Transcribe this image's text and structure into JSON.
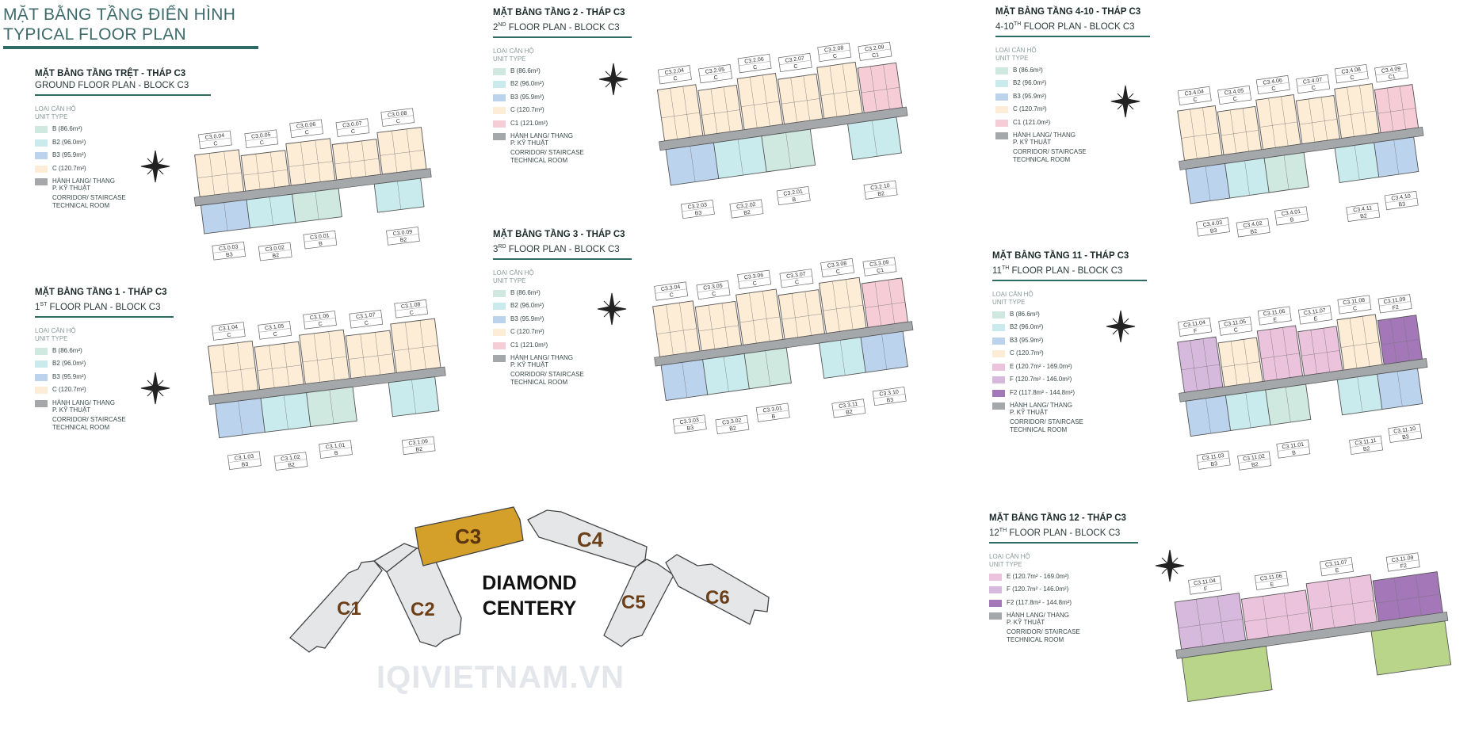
{
  "header": {
    "title_vi": "MẶT BẰNG TẦNG ĐIỂN HÌNH",
    "title_en": "TYPICAL FLOOR PLAN"
  },
  "colors": {
    "B": "#cfe9e0",
    "B2": "#c9ebee",
    "B3": "#bcd3ee",
    "C": "#fdecd6",
    "C1": "#f6cdd6",
    "E": "#ecc3dc",
    "F": "#d8b9de",
    "F2": "#a377b8",
    "corridor": "#a5a8ab",
    "accent": "#2e6b64",
    "highlight": "#d4a02a"
  },
  "legend_labels": {
    "vi": "LOẠI CĂN HỘ",
    "en": "UNIT TYPE",
    "corr_vi1": "HÀNH LANG/ THANG",
    "corr_vi2": "P. KỸ THUẬT",
    "corr_en1": "CORRIDOR/ STAIRCASE",
    "corr_en2": "TECHNICAL ROOM"
  },
  "sections": {
    "ground": {
      "vi": "MẶT BẰNG TẦNG TRỆT - THÁP C3",
      "en": "GROUND FLOOR PLAN - BLOCK C3",
      "legend": [
        {
          "k": "B",
          "label": "B (86.6m²)"
        },
        {
          "k": "B2",
          "label": "B2 (96.0m²)"
        },
        {
          "k": "B3",
          "label": "B3 (95.9m²)"
        },
        {
          "k": "C",
          "label": "C (120.7m²)"
        }
      ]
    },
    "f1": {
      "vi": "MẶT BẰNG TẦNG 1 - THÁP C3",
      "en_pre": "1",
      "en_sup": "ST",
      "en_post": " FLOOR PLAN - BLOCK C3",
      "legend": [
        {
          "k": "B",
          "label": "B (86.6m²)"
        },
        {
          "k": "B2",
          "label": "B2 (96.0m²)"
        },
        {
          "k": "B3",
          "label": "B3 (95.9m²)"
        },
        {
          "k": "C",
          "label": "C (120.7m²)"
        }
      ]
    },
    "f2": {
      "vi": "MẶT BẰNG TẦNG 2 - THÁP C3",
      "en_pre": "2",
      "en_sup": "ND",
      "en_post": " FLOOR PLAN - BLOCK C3",
      "legend": [
        {
          "k": "B",
          "label": "B (86.6m²)"
        },
        {
          "k": "B2",
          "label": "B2 (96.0m²)"
        },
        {
          "k": "B3",
          "label": "B3 (95.9m²)"
        },
        {
          "k": "C",
          "label": "C (120.7m²)"
        },
        {
          "k": "C1",
          "label": "C1 (121.0m²)"
        }
      ]
    },
    "f3": {
      "vi": "MẶT BẰNG TẦNG 3 - THÁP C3",
      "en_pre": "3",
      "en_sup": "RD",
      "en_post": " FLOOR PLAN - BLOCK C3",
      "legend": [
        {
          "k": "B",
          "label": "B (86.6m²)"
        },
        {
          "k": "B2",
          "label": "B2 (96.0m²)"
        },
        {
          "k": "B3",
          "label": "B3 (95.9m²)"
        },
        {
          "k": "C",
          "label": "C (120.7m²)"
        },
        {
          "k": "C1",
          "label": "C1 (121.0m²)"
        }
      ]
    },
    "f410": {
      "vi": "MẶT BẰNG TẦNG 4-10 - THÁP C3",
      "en_pre": "4-10",
      "en_sup": "TH",
      "en_post": " FLOOR PLAN - BLOCK C3",
      "legend": [
        {
          "k": "B",
          "label": "B (86.6m²)"
        },
        {
          "k": "B2",
          "label": "B2 (96.0m²)"
        },
        {
          "k": "B3",
          "label": "B3 (95.9m²)"
        },
        {
          "k": "C",
          "label": "C (120.7m²)"
        },
        {
          "k": "C1",
          "label": "C1 (121.0m²)"
        }
      ]
    },
    "f11": {
      "vi": "MẶT BẰNG TẦNG 11 - THÁP C3",
      "en_pre": "11",
      "en_sup": "TH",
      "en_post": " FLOOR PLAN - BLOCK C3",
      "legend": [
        {
          "k": "B",
          "label": "B (86.6m²)"
        },
        {
          "k": "B2",
          "label": "B2 (96.0m²)"
        },
        {
          "k": "B3",
          "label": "B3 (95.9m²)"
        },
        {
          "k": "C",
          "label": "C (120.7m²)"
        },
        {
          "k": "E",
          "label": "E (120.7m² - 169.0m²)"
        },
        {
          "k": "F",
          "label": "F (120.7m² - 146.0m²)"
        },
        {
          "k": "F2",
          "label": "F2 (117.8m² - 144.8m²)"
        }
      ]
    },
    "f12": {
      "vi": "MẶT BẰNG TẦNG 12 - THÁP C3",
      "en_pre": "12",
      "en_sup": "TH",
      "en_post": " FLOOR PLAN - BLOCK C3",
      "legend": [
        {
          "k": "E",
          "label": "E (120.7m² - 169.0m²)"
        },
        {
          "k": "F",
          "label": "F (120.7m² - 146.0m²)"
        },
        {
          "k": "F2",
          "label": "F2 (117.8m² - 144.8m²)"
        }
      ]
    }
  },
  "plans": {
    "ground": {
      "top": [
        [
          "C3.0.04",
          "C"
        ],
        [
          "C3.0.05",
          "C"
        ],
        [
          "C3.0.06",
          "C"
        ],
        [
          "C3.0.07",
          "C"
        ],
        [
          "C3.0.08",
          "C"
        ]
      ],
      "bot": [
        [
          "C3.0.03",
          "B3"
        ],
        [
          "C3.0.02",
          "B2"
        ],
        [
          "C3.0.01",
          "B"
        ],
        [
          "C3.0.09",
          "B2"
        ]
      ]
    },
    "f1": {
      "top": [
        [
          "C3.1.04",
          "C"
        ],
        [
          "C3.1.05",
          "C"
        ],
        [
          "C3.1.06",
          "C"
        ],
        [
          "C3.1.07",
          "C"
        ],
        [
          "C3.1.08",
          "C"
        ]
      ],
      "bot": [
        [
          "C3.1.03",
          "B3"
        ],
        [
          "C3.1.02",
          "B2"
        ],
        [
          "C3.1.01",
          "B"
        ],
        [
          "C3.1.09",
          "B2"
        ]
      ]
    },
    "f2": {
      "top": [
        [
          "C3.2.04",
          "C"
        ],
        [
          "C3.2.05",
          "C"
        ],
        [
          "C3.2.06",
          "C"
        ],
        [
          "C3.2.07",
          "C"
        ],
        [
          "C3.2.08",
          "C"
        ],
        [
          "C3.2.09",
          "C1"
        ]
      ],
      "bot": [
        [
          "C3.2.03",
          "B3"
        ],
        [
          "C3.2.02",
          "B2"
        ],
        [
          "C3.2.01",
          "B"
        ],
        [
          "C3.2.10",
          "B2"
        ]
      ]
    },
    "f3": {
      "top": [
        [
          "C3.3.04",
          "C"
        ],
        [
          "C3.3.05",
          "C"
        ],
        [
          "C3.3.06",
          "C"
        ],
        [
          "C3.3.07",
          "C"
        ],
        [
          "C3.3.08",
          "C"
        ],
        [
          "C3.3.09",
          "C1"
        ]
      ],
      "bot": [
        [
          "C3.3.03",
          "B3"
        ],
        [
          "C3.3.02",
          "B2"
        ],
        [
          "C3.3.01",
          "B"
        ],
        [
          "C3.3.11",
          "B2"
        ],
        [
          "C3.3.10",
          "B3"
        ]
      ]
    },
    "f410": {
      "top": [
        [
          "C3.4.04",
          "C"
        ],
        [
          "C3.4.05",
          "C"
        ],
        [
          "C3.4.06",
          "C"
        ],
        [
          "C3.4.07",
          "C"
        ],
        [
          "C3.4.08",
          "C"
        ],
        [
          "C3.4.09",
          "C1"
        ]
      ],
      "bot": [
        [
          "C3.4.03",
          "B3"
        ],
        [
          "C3.4.02",
          "B2"
        ],
        [
          "C3.4.01",
          "B"
        ],
        [
          "C3.4.11",
          "B2"
        ],
        [
          "C3.4.10",
          "B3"
        ]
      ]
    },
    "f11": {
      "top": [
        [
          "C3.11.04",
          "F"
        ],
        [
          "C3.11.05",
          "C"
        ],
        [
          "C3.11.06",
          "E"
        ],
        [
          "C3.11.07",
          "E"
        ],
        [
          "C3.11.08",
          "C"
        ],
        [
          "C3.11.09",
          "F2"
        ]
      ],
      "bot": [
        [
          "C3.11.03",
          "B3"
        ],
        [
          "C3.11.02",
          "B2"
        ],
        [
          "C3.11.01",
          "B"
        ],
        [
          "C3.11.11",
          "B2"
        ],
        [
          "C3.11.10",
          "B3"
        ]
      ]
    },
    "f12": {
      "top": [
        [
          "C3.11.04",
          "F"
        ],
        [
          "C3.11.06",
          "E"
        ],
        [
          "C3.11.07",
          "E"
        ],
        [
          "C3.11.09",
          "F2"
        ]
      ],
      "bot": []
    }
  },
  "site": {
    "blocks": [
      "C1",
      "C2",
      "C3",
      "C4",
      "C5",
      "C6"
    ],
    "name_line1": "DIAMOND",
    "name_line2": "CENTERY",
    "highlighted": "C3"
  },
  "watermark": "IQIVIETNAM.VN"
}
